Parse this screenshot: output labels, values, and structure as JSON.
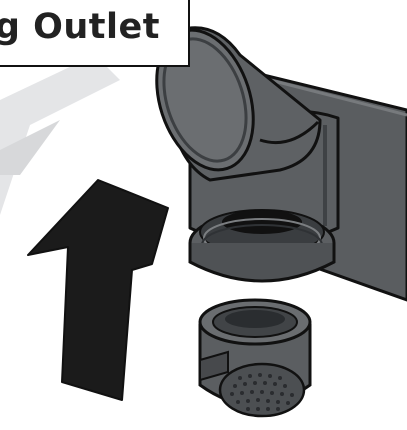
{
  "label": {
    "text": "g Outlet"
  },
  "colors": {
    "background": "#ffffff",
    "outline": "#111111",
    "faucet_body": "#5c5f62",
    "faucet_dark": "#3c3f42",
    "faucet_light": "#7a7d80",
    "arrow": "#1a1a1a",
    "faded_arrow": "#e2e3e5"
  },
  "icons": [
    "up-arrow-icon",
    "faucet-spout",
    "aerator-part"
  ]
}
